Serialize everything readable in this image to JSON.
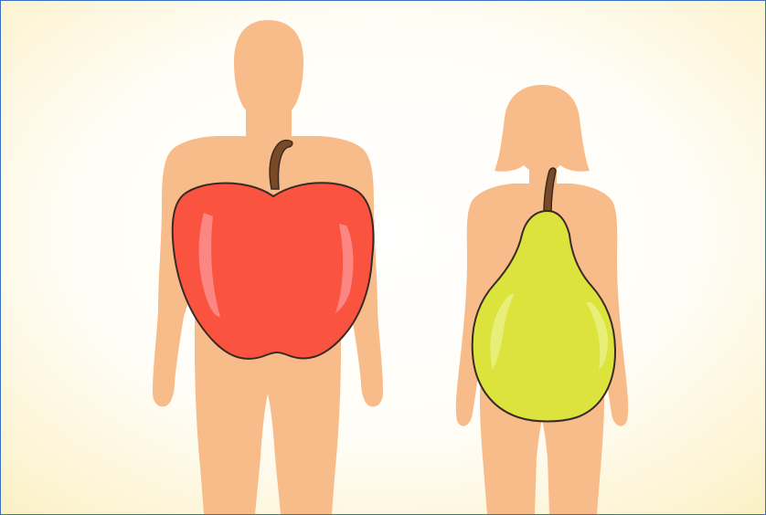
{
  "illustration": {
    "colors": {
      "background_center": "#ffffff",
      "background_edge": "#fbf0c4",
      "skin": "#f8bb8a",
      "apple": "#fa5441",
      "apple_highlight": "#fb8f90",
      "pear": "#dbe33c",
      "pear_highlight": "#e9ef7f",
      "stem": "#7a4a24",
      "outline": "#3a2a26",
      "frame_border": "#3a6fc4"
    },
    "figures": [
      {
        "role": "male-silhouette",
        "fruit": "apple",
        "fruit_icon": "apple-icon"
      },
      {
        "role": "female-silhouette",
        "fruit": "pear",
        "fruit_icon": "pear-icon"
      }
    ]
  }
}
